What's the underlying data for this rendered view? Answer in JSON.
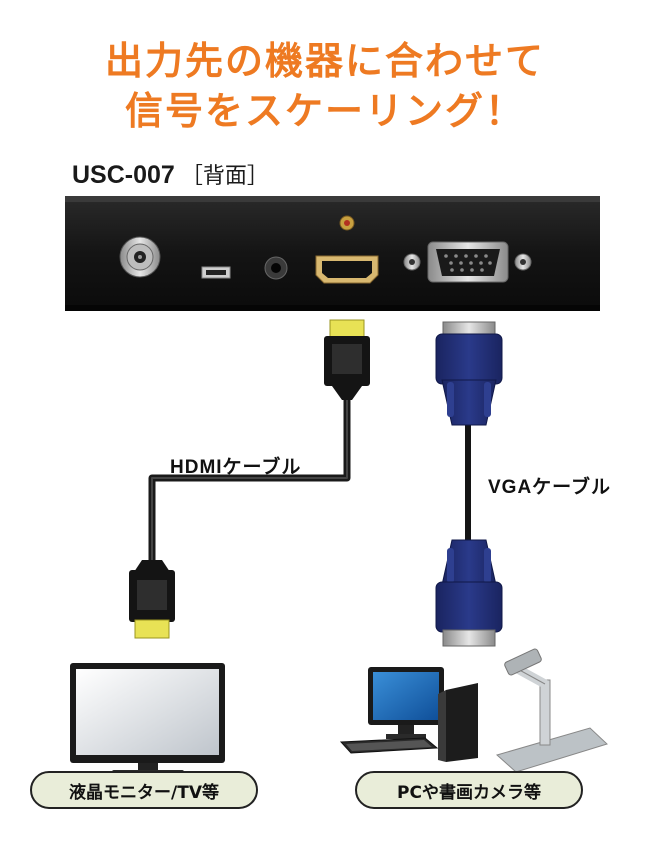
{
  "headline": {
    "line1": "出力先の機器に合わせて",
    "line2": "信号をスケーリング！"
  },
  "model": {
    "name": "USC-007",
    "face": "［背面］"
  },
  "cables": {
    "hdmi": "HDMIケーブル",
    "vga": "VGAケーブル"
  },
  "devices": {
    "display": "液晶モニター/TV等",
    "source": "PCや書画カメラ等"
  },
  "colors": {
    "headline": "#ee7a22",
    "hdmi_plug": "#e8e255",
    "vga_plug": "#1f2a6e",
    "pill_bg": "#e9edd9"
  }
}
